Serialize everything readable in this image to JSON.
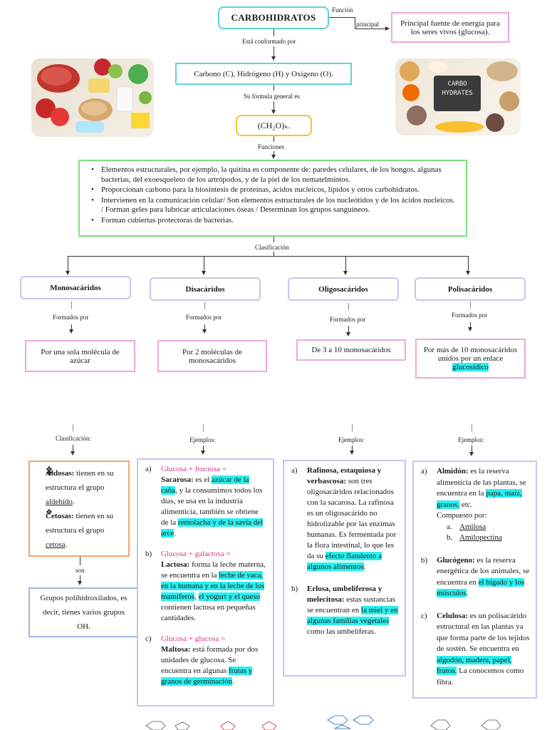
{
  "title": "CARBOHIDRATOS",
  "funcion_label1": "Función",
  "funcion_label2": "principal",
  "funcion_principal": "Principal fuente de energía para los seres vivos (glucosa).",
  "conformado_label": "Está conformado por",
  "elementos": "Carbono (C), Hidrógeno (H) y Oxígeno (O).",
  "formula_label": "Su fórmula general es",
  "formula": "(CH₂O)ₙ.",
  "funciones_label": "Funciones",
  "funciones": [
    "Elementos estructurales, por ejemplo, la quitina es componente de: paredes celulares, de los hongos, algunas bacterias, del exoesqueleto de los artrópodos, y de la piel de los nematelmintos.",
    "Proporcionan carbono para la biosíntesis de proteínas, ácidos nucleicos, lípidos y otros carbohidratos.",
    "Intervienen en la comunicación celular/ Son elementos estructurales de los nucleótidos y de los ácidos nucleicos. / Forman geles para lubricar articulaciones óseas / Determinan los grupos sanguíneos.",
    "Forman cubiertas protectoras de bacterias."
  ],
  "clasificacion_label": "Clasificación",
  "categorias": [
    {
      "name": "Monosacáridos",
      "formado_label": "Formados por",
      "desc": "Por una sola molécula de azúcar"
    },
    {
      "name": "Disacáridos",
      "formado_label": "Formados por",
      "desc": "Por 2 moléculas de monosacáridos"
    },
    {
      "name": "Oligosacáridos",
      "formado_label": "Formados por",
      "desc": "De 3 a 10 monosacáridos"
    },
    {
      "name": "Polisacáridos",
      "formado_label": "Formados por",
      "desc_pre": "Por más de 10 monosacáridos unidos por un enlace ",
      "desc_hl": "glucosídico"
    }
  ],
  "sub_labels": {
    "mono": "Clasificación:",
    "di": "Ejemplos:",
    "oligo": "Ejemplos:",
    "poli": "Ejemplos:"
  },
  "mono": {
    "aldosas_b": "Aldosas:",
    "aldosas_t": " tienen en su estructura el grupo ",
    "aldosas_u": "aldehído",
    "cetosas_b": "Cetosas:",
    "cetosas_t": " tienen en su estructura el grupo ",
    "cetosas_u": "cetosa",
    "son_label": "son",
    "grupos": "Grupos polihidroxilados, es decir, tienes varios grupos OH."
  },
  "di": {
    "a_mark": "a)",
    "a_formula": "Glucosa + fructosa =",
    "a_name": "Sacarosa:",
    "a_t1": " es el ",
    "a_hl1": "azúcar de la caña",
    "a_t2": ", y la consumimos todos los días, se usa en la industria alimenticia, también se obtiene de la ",
    "a_hl2": "remolacha y de la savia del arce",
    "a_t3": ".",
    "b_mark": "b)",
    "b_formula": "Glucosa + galactosa =",
    "b_name": "Lactosa:",
    "b_t1": " forma la leche materna, se encuentra en la ",
    "b_hl1": "leche de vaca, en la humana y en la leche de los mamíferos",
    "b_t2": ", ",
    "b_hl2": "el yogurt y el queso",
    "b_t3": " contienen lactosa en pequeñas cantidades.",
    "c_mark": "c)",
    "c_formula": "Glucosa + glucosa =",
    "c_name": "Maltosa:",
    "c_t1": " está formada por dos unidades de glucosa. Se encuentra en algunas ",
    "c_hl1": "frutas y granos de germinación",
    "c_t2": "."
  },
  "oligo": {
    "a_mark": "a)",
    "a_name": "Rafinosa, estaquiosa y verbascosa:",
    "a_t1": " son tres oligosacáridos relacionados con la sacarosa. La rafinosa es un oligosacárido no hidrolizable por las enzimas humanas. Es fermentada por la flora intestinal, lo que les da su ",
    "a_hl1": "efecto flatulento a algunos alimentos",
    "a_t2": ".",
    "b_mark": "b)",
    "b_name": "Erlosa, umbeliferosa y melecitosa:",
    "b_t1": " estas sustancias se encuentran en ",
    "b_hl1": "la miel y en algunas familias vegetales",
    "b_t2": " como las umbelíferas."
  },
  "poli": {
    "a_mark": "a)",
    "a_name": "Almidón:",
    "a_t1": " es la reserva alimenticia de las plantas, se encuentra en la ",
    "a_hl1": "papa, maíz, granos,",
    "a_t2": " etc.",
    "a_comp": "Compuesto por:",
    "a_sub1_mark": "a.",
    "a_sub1": "Amilosa",
    "a_sub2_mark": "b.",
    "a_sub2": "Amilopectina",
    "b_mark": "b)",
    "b_name": "Glucógeno:",
    "b_t1": " es la reserva energética de los animales, se encuentra en ",
    "b_hl1": "el hígado y los músculos",
    "b_t2": ".",
    "c_mark": "c)",
    "c_name": "Celulosa:",
    "c_t1": " es un polisacárido estructural en las plantas ya que forma parte de los tejidos de sostén. Se encuentra en ",
    "c_hl1": "algodón, madera, papel, frutos.",
    "c_t2": " La conocemos como fibra."
  },
  "photo_right_sign": "CARBO HYDRATES",
  "colors": {
    "teal": "#5ed3d8",
    "pink": "#f0a7dd",
    "gold": "#f2c42f",
    "green": "#7fe07a",
    "lavender": "#c8c4f0",
    "orange": "#f2a56a",
    "blue": "#9fb7e0",
    "highlight": "#29f0f0",
    "magenta_text": "#e0338f"
  }
}
